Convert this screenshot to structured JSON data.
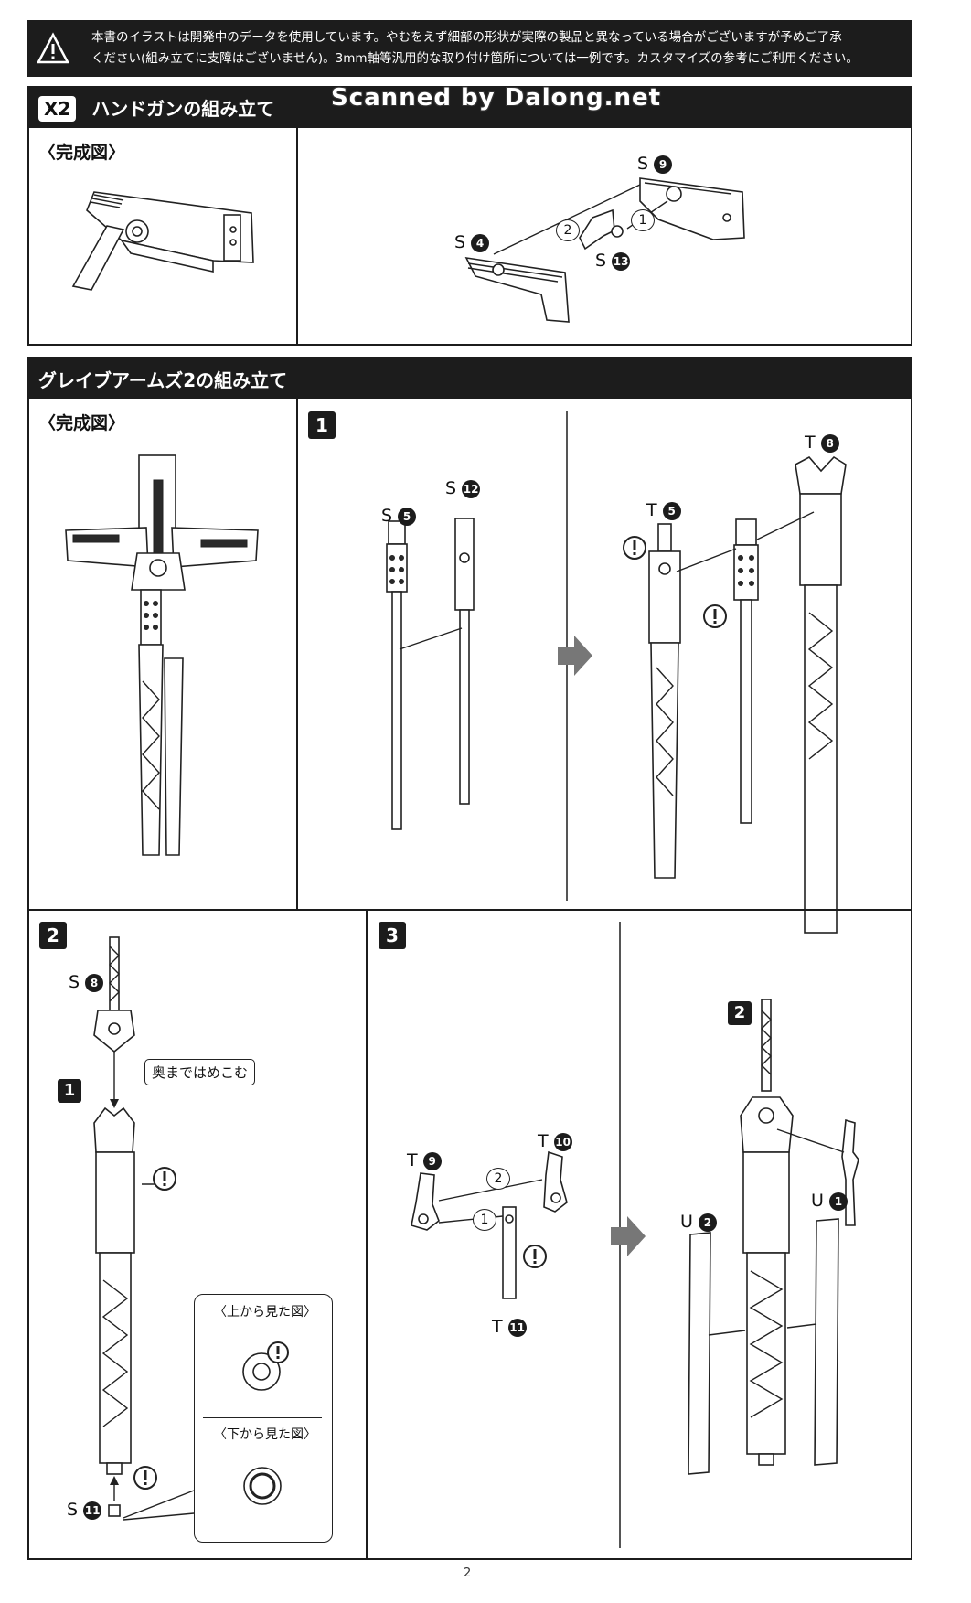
{
  "notice": {
    "line1": "本書のイラストは開発中のデータを使用しています。やむをえず細部の形状が実際の製品と異なっている場合がございますが予めご了承",
    "line2": "ください(組み立てに支障はございません)。3mm軸等汎用的な取り付け箇所については一例です。カスタマイズの参考にご利用ください。"
  },
  "watermark": "Scanned by Dalong.net",
  "section1": {
    "qty": "X2",
    "title": "ハンドガンの組み立て",
    "complete_label": "〈完成図〉",
    "parts": [
      {
        "letter": "S",
        "num": "9"
      },
      {
        "letter": "S",
        "num": "4"
      },
      {
        "letter": "S",
        "num": "13"
      }
    ],
    "order_marks": [
      "2",
      "1"
    ]
  },
  "section2": {
    "title": "グレイブアームズ2の組み立て",
    "complete_label": "〈完成図〉",
    "step1": {
      "num": "1",
      "parts_left": [
        {
          "letter": "S",
          "num": "5"
        },
        {
          "letter": "S",
          "num": "12"
        }
      ],
      "parts_right": [
        {
          "letter": "T",
          "num": "8"
        },
        {
          "letter": "T",
          "num": "5"
        }
      ]
    },
    "step2": {
      "num": "2",
      "sub_ref": "1",
      "parts": [
        {
          "letter": "S",
          "num": "8"
        },
        {
          "letter": "S",
          "num": "11"
        }
      ],
      "callout": "奥まではめこむ",
      "view_top": "〈上から見た図〉",
      "view_bottom": "〈下から見た図〉"
    },
    "step3": {
      "num": "3",
      "ref": "2",
      "parts": [
        {
          "letter": "T",
          "num": "10"
        },
        {
          "letter": "T",
          "num": "9"
        },
        {
          "letter": "T",
          "num": "11"
        },
        {
          "letter": "U",
          "num": "2"
        },
        {
          "letter": "U",
          "num": "1"
        }
      ],
      "order_marks": [
        "2",
        "1"
      ]
    }
  },
  "page_number": "2"
}
